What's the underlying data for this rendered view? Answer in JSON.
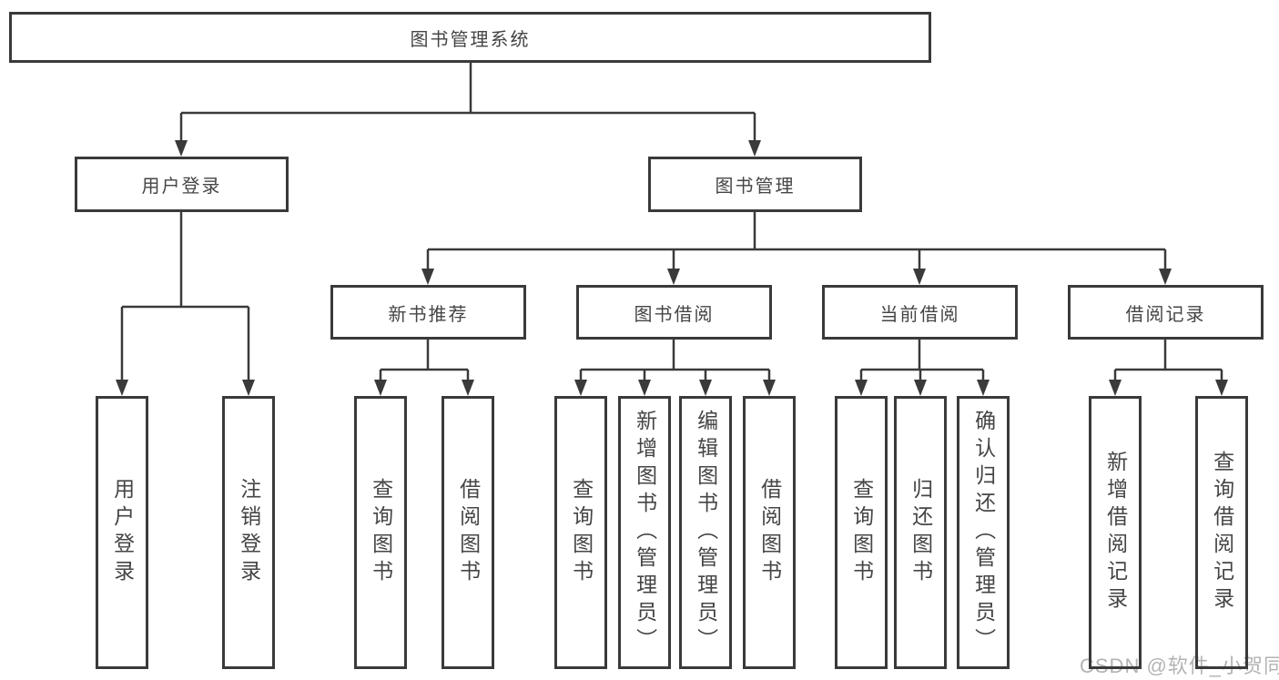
{
  "diagram": {
    "title": "图书管理系统",
    "branches": [
      {
        "label": "用户登录",
        "children": [
          {
            "label": "用户登录"
          },
          {
            "label": "注销登录"
          }
        ]
      },
      {
        "label": "图书管理",
        "children": [
          {
            "label": "新书推荐",
            "children": [
              {
                "label": "查询图书"
              },
              {
                "label": "借阅图书"
              }
            ]
          },
          {
            "label": "图书借阅",
            "children": [
              {
                "label": "查询图书"
              },
              {
                "label": "新增图书（管理员）"
              },
              {
                "label": "编辑图书（管理员）"
              },
              {
                "label": "借阅图书"
              }
            ]
          },
          {
            "label": "当前借阅",
            "children": [
              {
                "label": "查询图书"
              },
              {
                "label": "归还图书"
              },
              {
                "label": "确认归还（管理员）"
              }
            ]
          },
          {
            "label": "借阅记录",
            "children": [
              {
                "label": "新增借阅记录"
              },
              {
                "label": "查询借阅记录"
              }
            ]
          }
        ]
      }
    ]
  },
  "watermark": "CSDN @软件_小贺同学",
  "colors": {
    "line": "#3a3a3a",
    "text": "#454545",
    "watermark": "#b3b3b3",
    "background": "#ffffff"
  }
}
